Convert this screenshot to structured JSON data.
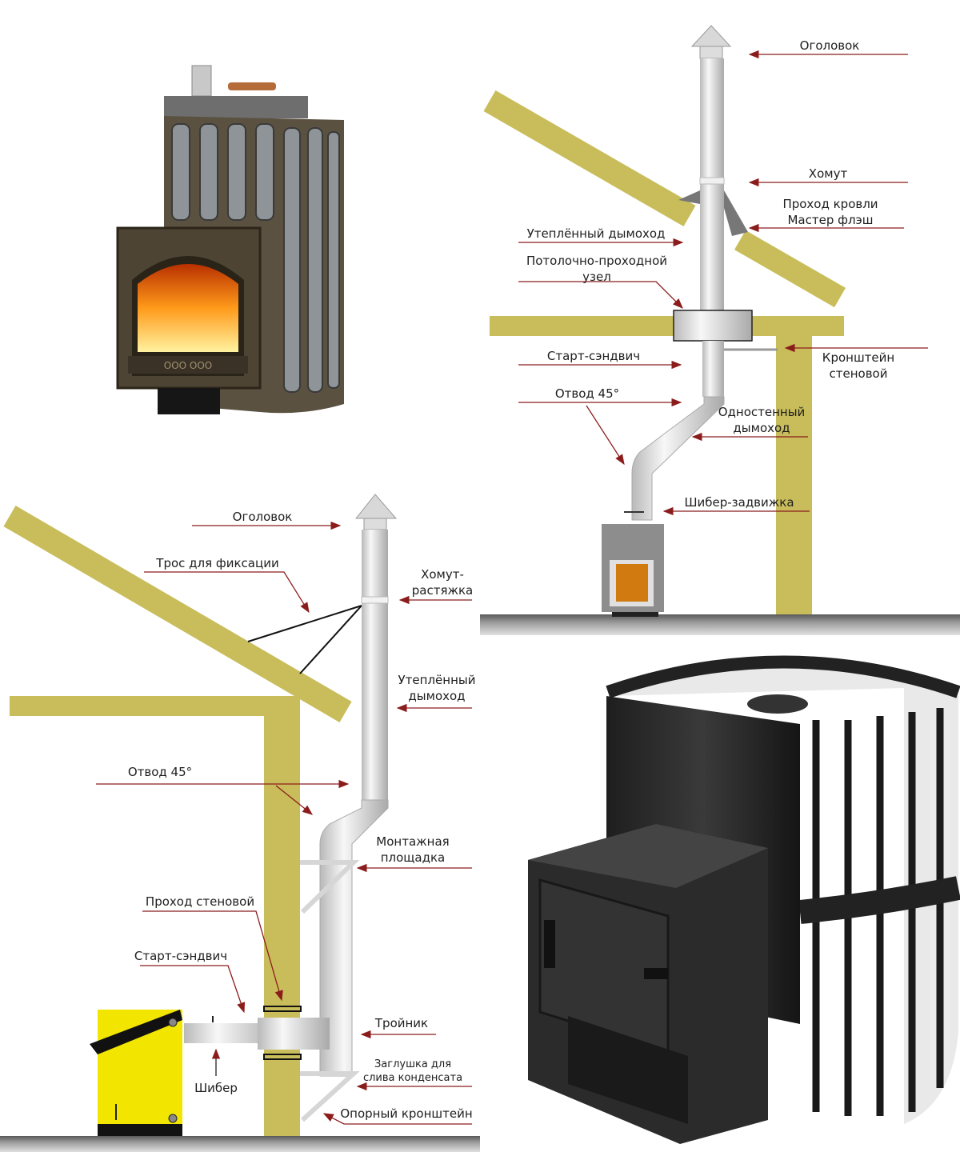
{
  "colors": {
    "beam": "#c8bd5a",
    "arrow": "#8b1c1c",
    "pipe": "#e4e4e4",
    "floor": "#8a8a8a",
    "boiler": "#f2e600"
  },
  "top_right_diagram": {
    "labels": {
      "cap": "Оголовок",
      "clamp": "Хомут",
      "roof_pass_1": "Проход кровли",
      "roof_pass_2": "Мастер флэш",
      "insulated_flue": "Утеплённый дымоход",
      "ceiling_pass_1": "Потолочно-проходной",
      "ceiling_pass_2": "узел",
      "wall_bracket_1": "Кронштейн",
      "wall_bracket_2": "стеновой",
      "start_sandwich": "Старт-сэндвич",
      "elbow": "Отвод 45°",
      "single_wall_1": "Одностенный",
      "single_wall_2": "дымоход",
      "damper": "Шибер-задвижка"
    }
  },
  "bottom_left_diagram": {
    "labels": {
      "cap": "Оголовок",
      "cable": "Трос для фиксации",
      "clamp_1": "Хомут-",
      "clamp_2": "растяжка",
      "insulated_1": "Утеплённый",
      "insulated_2": "дымоход",
      "elbow": "Отвод 45°",
      "platform_1": "Монтажная",
      "platform_2": "площадка",
      "wall_pass": "Проход стеновой",
      "start_sandwich": "Старт-сэндвич",
      "tee": "Тройник",
      "damper": "Шибер",
      "plug_1": "Заглушка для",
      "plug_2": "слива конденсата",
      "support": "Опорный кронштейн"
    }
  },
  "stove_photo_top": {
    "door_plate": "ООО  ООО"
  }
}
